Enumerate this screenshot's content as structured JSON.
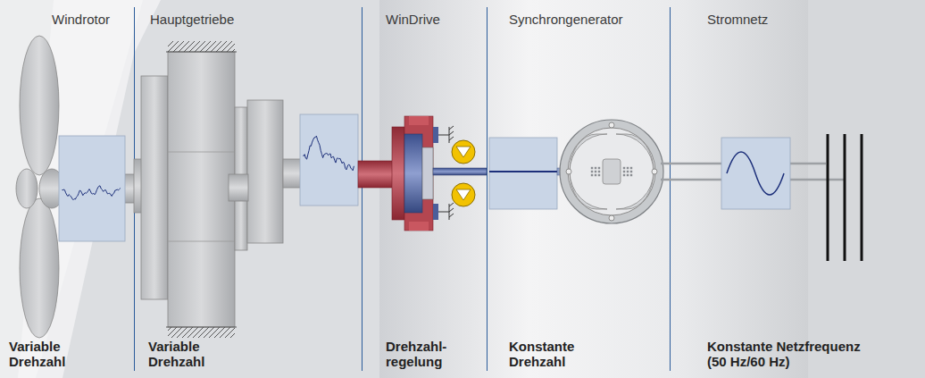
{
  "diagram": {
    "labels": [
      "Windrotor",
      "Hauptgetriebe",
      "WinDrive",
      "Synchrongenerator",
      "Stromnetz",
      "Variable Drehzahl",
      "Variable Drehzahl",
      "Drehzahl- regelung",
      "Konstante Drehzahl",
      "Konstante Netzfrequenz (50 Hz/60 Hz)"
    ]
  }
}
